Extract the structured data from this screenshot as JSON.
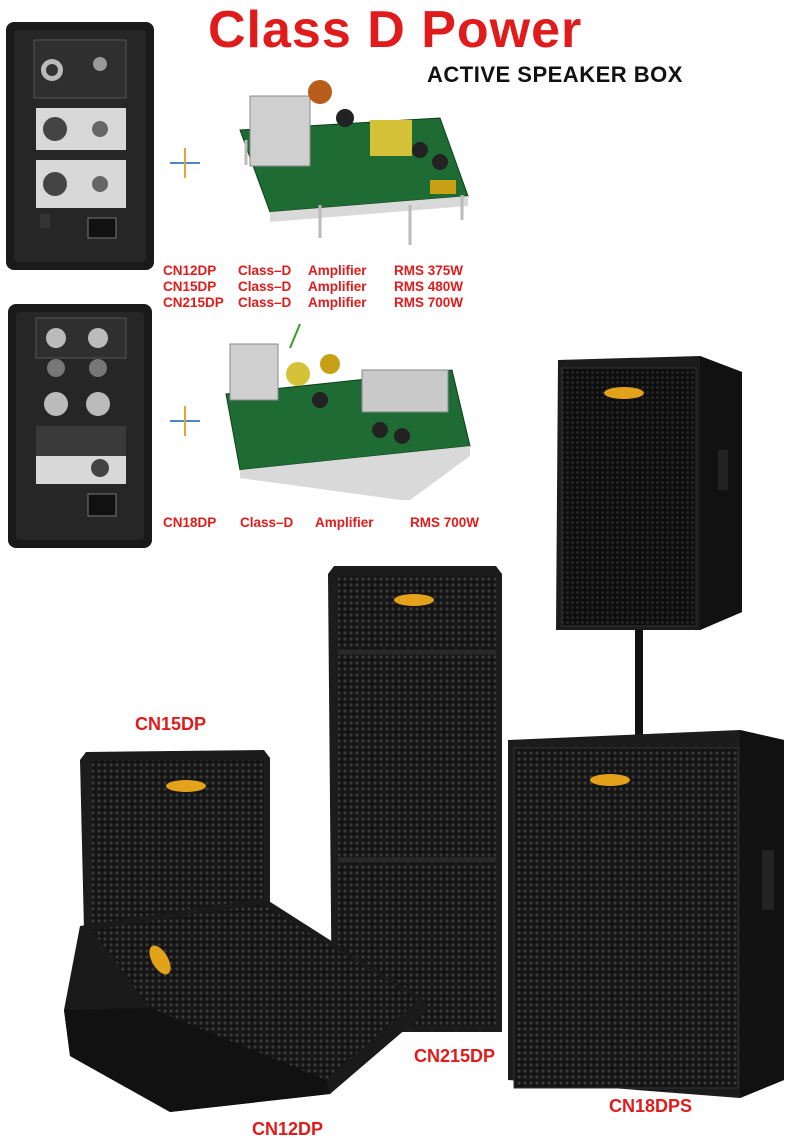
{
  "header": {
    "title": "Class D Power",
    "subtitle": "ACTIVE SPEAKER BOX"
  },
  "amplifier_specs_1": [
    {
      "model": "CN12DP",
      "type": "Class–D",
      "kind": "Amplifier",
      "rms": "RMS 375W"
    },
    {
      "model": "CN15DP",
      "type": "Class–D",
      "kind": "Amplifier",
      "rms": "RMS 480W"
    },
    {
      "model": "CN215DP",
      "type": "Class–D",
      "kind": "Amplifier",
      "rms": "RMS 700W"
    }
  ],
  "amplifier_specs_2": [
    {
      "model": "CN18DP",
      "type": "Class–D",
      "kind": "Amplifier",
      "rms": "RMS 700W"
    }
  ],
  "speaker_labels": {
    "cn15dp": "CN15DP",
    "cn215dp": "CN215DP",
    "cn12dp": "CN12DP",
    "cn18dps": "CN18DPS"
  },
  "colors": {
    "accent": "#e01b1b",
    "cabinet": "#1c1c1c",
    "plus_horizontal": "#4a86c8",
    "plus_vertical": "#e8a23a",
    "pcb": "#1e6b33"
  }
}
